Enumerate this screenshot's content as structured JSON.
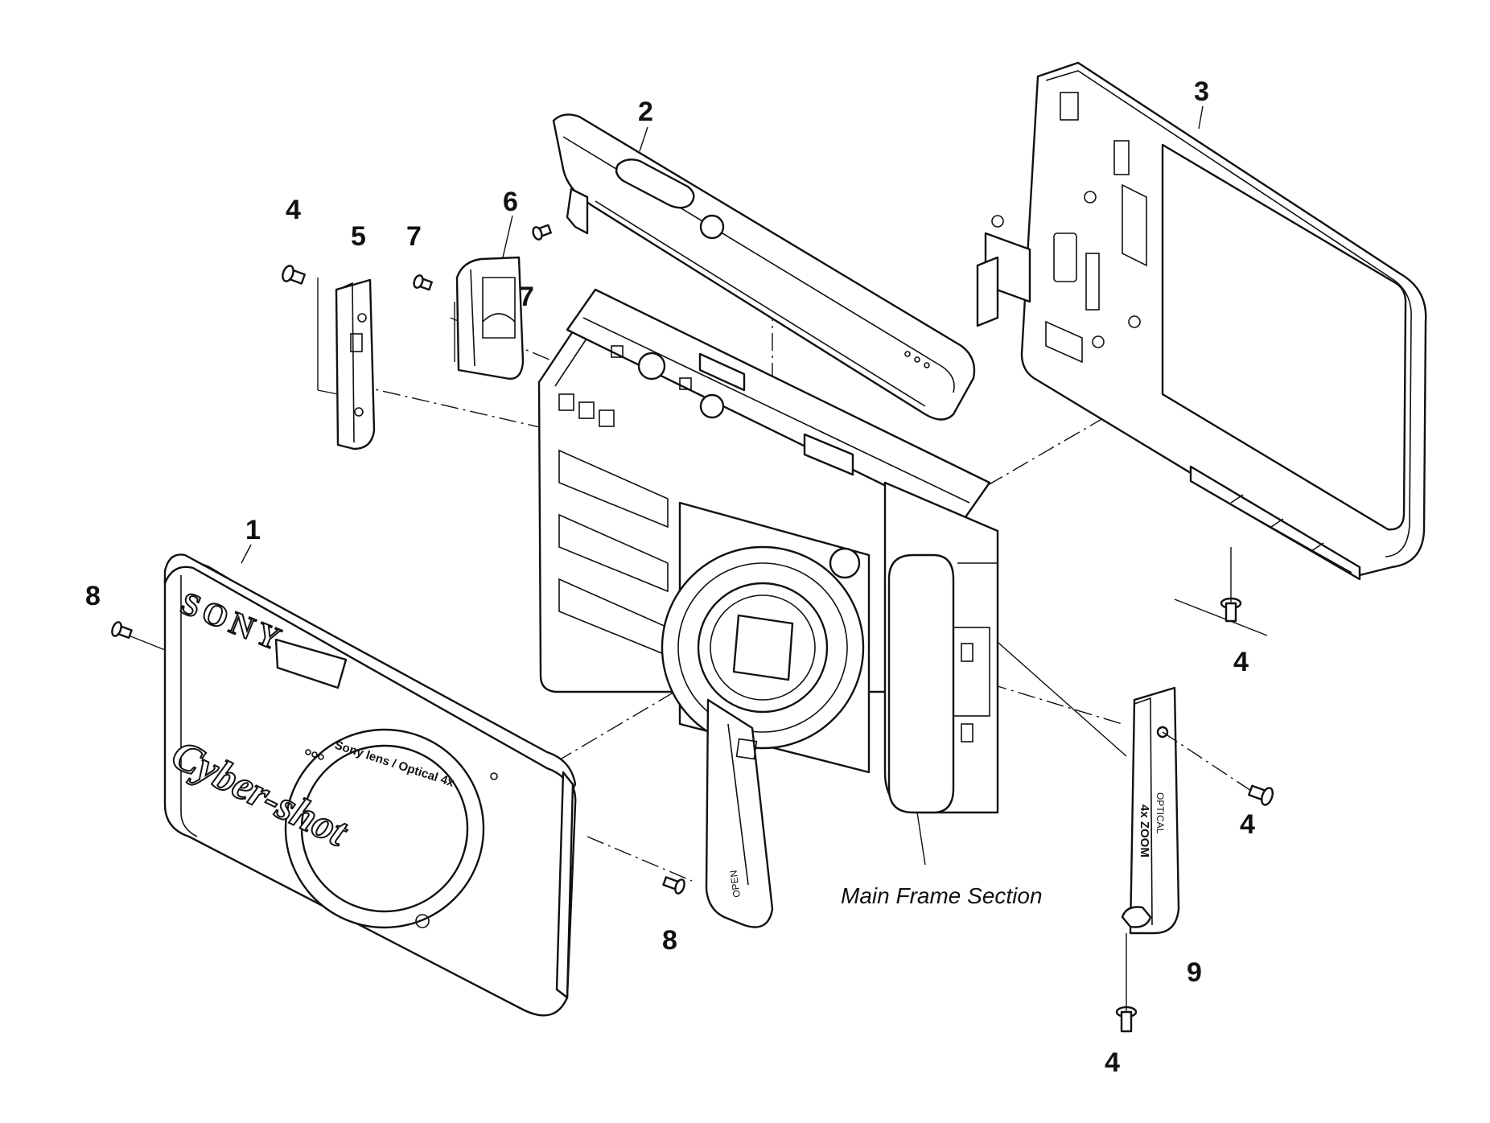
{
  "callouts": {
    "c1": "1",
    "c2": "2",
    "c3": "3",
    "c4a": "4",
    "c4b": "4",
    "c4c": "4",
    "c4d": "4",
    "c5": "5",
    "c6": "6",
    "c7a": "7",
    "c7b": "7",
    "c8a": "8",
    "c8b": "8",
    "c9": "9"
  },
  "caption": "Main Frame Section",
  "markings": {
    "brand": "SONY",
    "product": "Cyber-shot",
    "lens_ring": "Sony lens / Optical 4x",
    "side_cover_optical": "OPTICAL",
    "side_cover_zoom": "4x ZOOM",
    "battery_lid": "OPEN"
  }
}
